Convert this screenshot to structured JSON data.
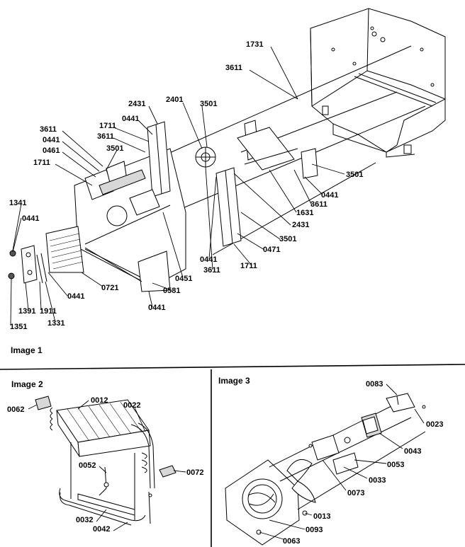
{
  "panels": [
    {
      "id": "image1",
      "title": "Image 1"
    },
    {
      "id": "image2",
      "title": "Image 2"
    },
    {
      "id": "image3",
      "title": "Image 3"
    }
  ],
  "image1_labels": [
    "1731",
    "3611",
    "2401",
    "3501",
    "2431",
    "0441",
    "1711",
    "3611",
    "3611",
    "0441",
    "0461",
    "3501",
    "1711",
    "3501",
    "0441",
    "3611",
    "1631",
    "2431",
    "3501",
    "0471",
    "1711",
    "0441",
    "3611",
    "0451",
    "0581",
    "0721",
    "0441",
    "0441",
    "1341",
    "0441",
    "1391",
    "1911",
    "1331",
    "1351"
  ],
  "image2_labels": [
    "0062",
    "0012",
    "0022",
    "0052",
    "0072",
    "0032",
    "0042"
  ],
  "image3_labels": [
    "0083",
    "0023",
    "0043",
    "0053",
    "0033",
    "0073",
    "0013",
    "0093",
    "0063"
  ]
}
